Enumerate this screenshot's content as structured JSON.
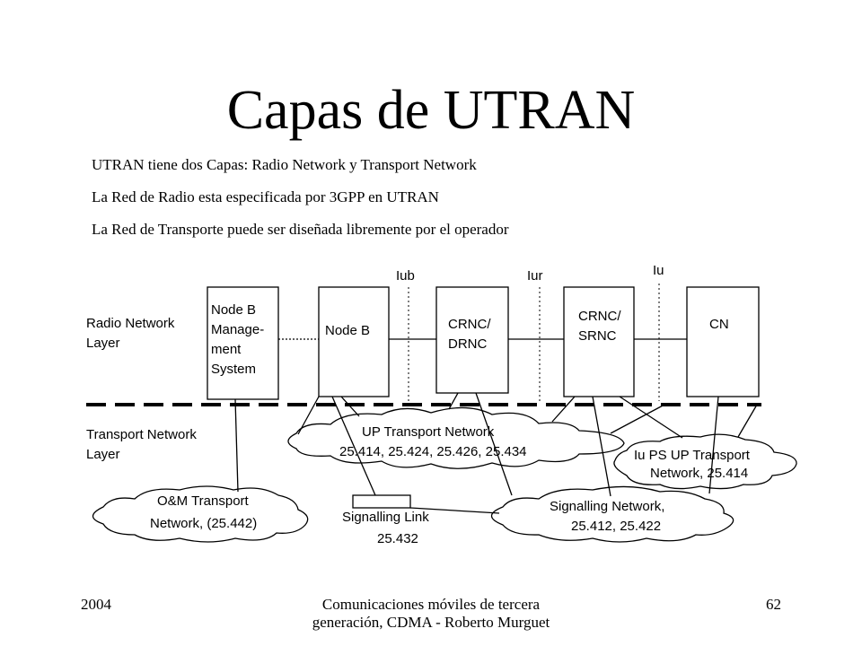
{
  "slide": {
    "title": "Capas de UTRAN",
    "bullets": [
      "UTRAN tiene dos Capas: Radio Network y Transport Network",
      "La Red de Radio esta especificada por 3GPP en UTRAN",
      "La Red de Transporte puede ser diseñada libremente por el operador"
    ],
    "footer": {
      "left": "2004",
      "center": "Comunicaciones móviles de tercera generación, CDMA - Roberto Murguet",
      "right": "62"
    }
  },
  "diagram": {
    "layers": {
      "radio": [
        "Radio Network",
        "Layer"
      ],
      "transport": [
        "Transport Network",
        "Layer"
      ]
    },
    "interfaces": {
      "iub": "Iub",
      "iur": "Iur",
      "iu": "Iu"
    },
    "nodes": {
      "nodeb_mgmt": [
        "Node B",
        "Manage-",
        "ment",
        "System"
      ],
      "nodeb": [
        "Node B"
      ],
      "crnc_drnc": [
        "CRNC/",
        "DRNC"
      ],
      "crnc_srnc": [
        "CRNC/",
        "SRNC"
      ],
      "cn": [
        "CN"
      ]
    },
    "clouds": {
      "up_transport": [
        "UP Transport Network",
        "25.414, 25.424, 25.426, 25.434"
      ],
      "iu_ps": [
        "Iu PS UP Transport",
        "Network, 25.414"
      ],
      "om_transport": [
        "O&M Transport",
        "Network,  (25.442)"
      ],
      "signalling_net": [
        "Signalling  Network,",
        "25.412, 25.422"
      ]
    },
    "signalling_link": [
      "Signalling   Link",
      "25.432"
    ]
  }
}
